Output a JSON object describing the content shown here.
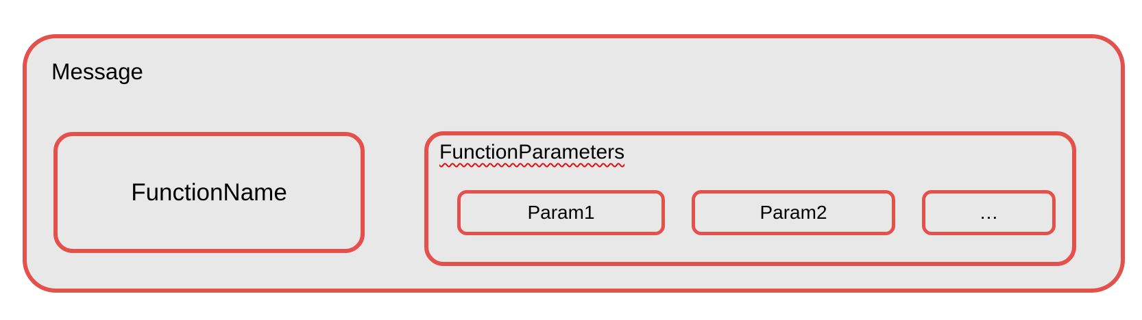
{
  "diagram": {
    "message": {
      "label": "Message"
    },
    "function_name": {
      "label": "FunctionName"
    },
    "function_parameters": {
      "label": "FunctionParameters",
      "params": [
        {
          "label": "Param1"
        },
        {
          "label": "Param2"
        },
        {
          "label": "…"
        }
      ]
    }
  },
  "colors": {
    "red": "#e4504c",
    "gray": "#e8e8e8",
    "text": "#000000",
    "squiggle": "#e01010"
  }
}
